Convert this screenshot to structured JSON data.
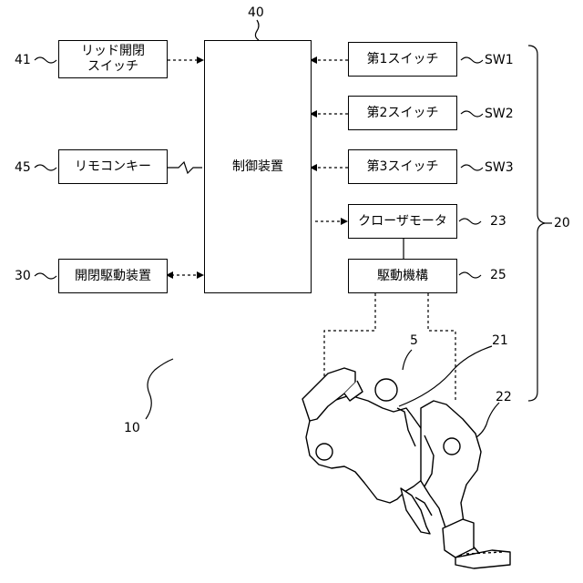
{
  "controller": {
    "label": "制御装置",
    "ref": "40"
  },
  "lid_switch": {
    "label": "リッド開閉\nスイッチ",
    "ref": "41"
  },
  "remote_key": {
    "label": "リモコンキー",
    "ref": "45"
  },
  "open_close_drive": {
    "label": "開閉駆動装置",
    "ref": "30"
  },
  "switch1": {
    "label": "第1スイッチ",
    "ref": "SW1"
  },
  "switch2": {
    "label": "第2スイッチ",
    "ref": "SW2"
  },
  "switch3": {
    "label": "第3スイッチ",
    "ref": "SW3"
  },
  "closer_motor": {
    "label": "クローザモータ",
    "ref": "23"
  },
  "drive_mechanism": {
    "label": "駆動機構",
    "ref": "25"
  },
  "group_ref": "20",
  "striker_ref": "5",
  "latch_ref": "21",
  "ratchet_ref": "22",
  "system_ref": "10"
}
